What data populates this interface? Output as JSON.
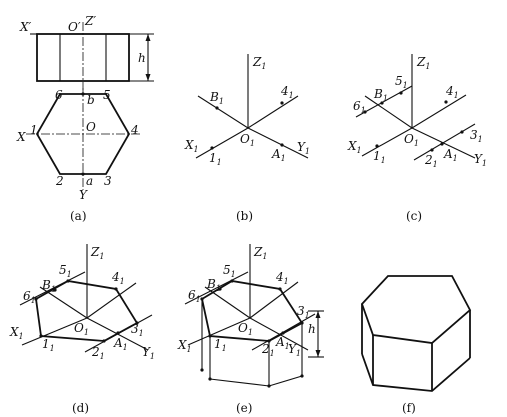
{
  "captions": {
    "a": "(a)",
    "b": "(b)",
    "c": "(c)",
    "d": "(d)",
    "e": "(e)",
    "f": "(f)"
  },
  "view_a": {
    "X_prime": "X′",
    "O_prime": "O′",
    "Z_prime": "Z′",
    "h": "h",
    "p6": "6",
    "b": "b",
    "p5": "5",
    "p1": "1",
    "O": "O",
    "p4": "4",
    "X": "X",
    "p2": "2",
    "a": "a",
    "p3": "3",
    "Y": "Y"
  },
  "axis_labels": {
    "Z1": "Z",
    "X1": "X",
    "Y1": "Y",
    "O1": "O",
    "sub": "1"
  },
  "point_labels": {
    "B": "B",
    "A": "A",
    "p1": "1",
    "p2": "2",
    "p3": "3",
    "p4": "4",
    "p5": "5",
    "p6": "6",
    "sub": "1"
  },
  "view_e": {
    "h": "h"
  }
}
